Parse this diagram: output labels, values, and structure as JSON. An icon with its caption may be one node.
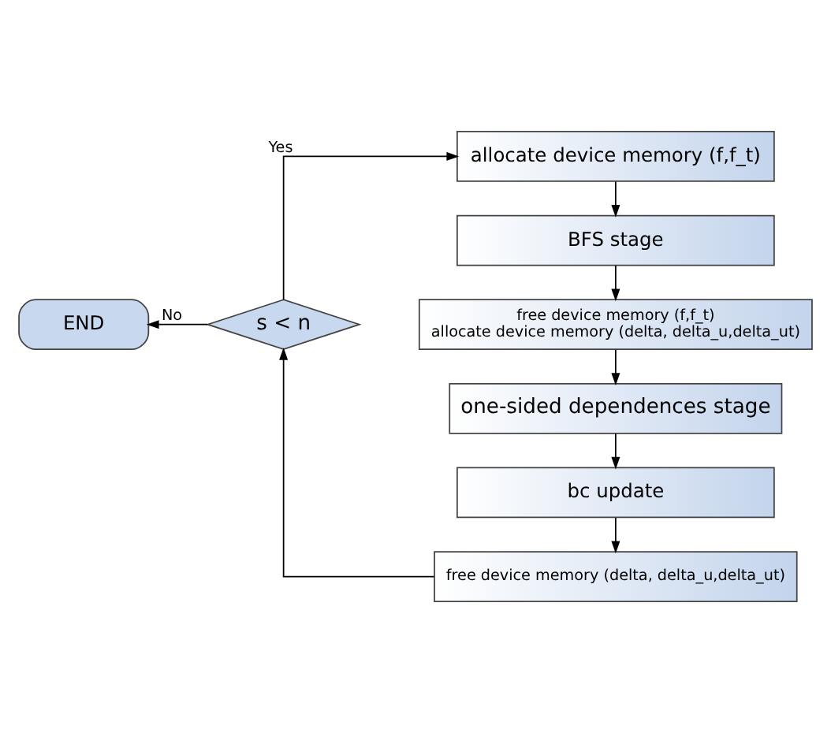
{
  "diagram": {
    "nodes": [
      {
        "text": [
          "allocate device memory (f,f_t)"
        ]
      },
      {
        "text": [
          "BFS stage"
        ]
      },
      {
        "text": [
          "free device memory (f,f_t)",
          "allocate device memory (delta, delta_u,delta_ut)"
        ]
      },
      {
        "text": [
          "one-sided dependences stage"
        ]
      },
      {
        "text": [
          "bc update"
        ]
      },
      {
        "text": [
          "free device memory (delta, delta_u,delta_ut)"
        ]
      },
      {
        "text": [
          "s < n"
        ]
      },
      {
        "text": [
          "END"
        ]
      }
    ],
    "edges": [
      {
        "from": 0,
        "to": 1,
        "arrow": "to"
      },
      {
        "from": 1,
        "to": 2,
        "arrow": "to"
      },
      {
        "from": 2,
        "to": 3,
        "arrow": "to"
      },
      {
        "from": 3,
        "to": 4,
        "arrow": "to"
      },
      {
        "from": 4,
        "to": 5,
        "arrow": "to"
      },
      {
        "from": 5,
        "to": 6,
        "arrow": "to"
      },
      {
        "from": 6,
        "to": 0,
        "arrow": "to",
        "label": "Yes"
      },
      {
        "from": 6,
        "to": 7,
        "arrow": "to",
        "label": "No"
      }
    ]
  }
}
